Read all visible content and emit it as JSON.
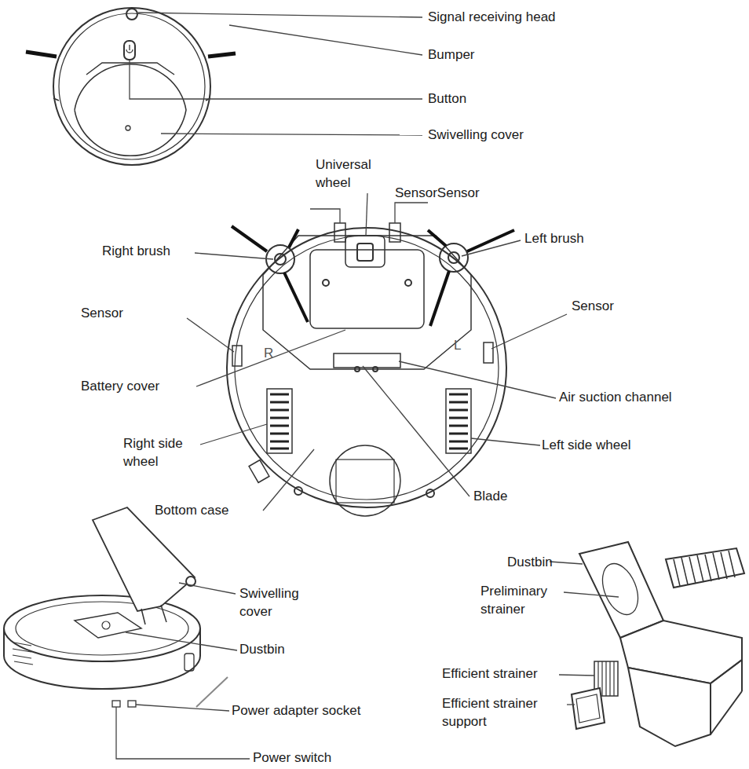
{
  "diagram": {
    "labels": [
      "Signal receiving head",
      "Bumper",
      "Button",
      "Swivelling cover",
      "Universal wheel",
      "SensorSensor",
      "Right brush",
      "Left brush",
      "Sensor",
      "Sensor",
      "R",
      "L",
      "Battery cover",
      "Air suction channel",
      "Right side wheel",
      "Left side wheel",
      "Bottom case",
      "Blade",
      "Dustbin",
      "Swivelling cover",
      "Preliminary strainer",
      "Dustbin",
      "Efficient strainer",
      "Efficient strainer support",
      "Power adapter socket",
      "Power switch"
    ]
  }
}
